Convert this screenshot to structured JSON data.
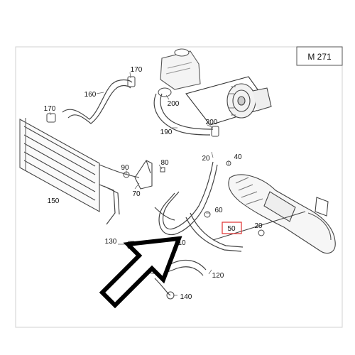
{
  "diagram": {
    "model_code": "M 271",
    "highlight_color": "#e03030",
    "parts": [
      {
        "id": "p170a",
        "number": "170"
      },
      {
        "id": "p160",
        "number": "160"
      },
      {
        "id": "p170b",
        "number": "170"
      },
      {
        "id": "p200a",
        "number": "200"
      },
      {
        "id": "p190",
        "number": "190"
      },
      {
        "id": "p200b",
        "number": "200"
      },
      {
        "id": "p20a",
        "number": "20"
      },
      {
        "id": "p40",
        "number": "40"
      },
      {
        "id": "p90",
        "number": "90"
      },
      {
        "id": "p80",
        "number": "80"
      },
      {
        "id": "p70",
        "number": "70"
      },
      {
        "id": "p150",
        "number": "150"
      },
      {
        "id": "p60",
        "number": "60"
      },
      {
        "id": "p50",
        "number": "50",
        "highlighted": true
      },
      {
        "id": "p20b",
        "number": "20"
      },
      {
        "id": "p130",
        "number": "130"
      },
      {
        "id": "p10",
        "number": "10"
      },
      {
        "id": "p120",
        "number": "120"
      },
      {
        "id": "p140",
        "number": "140"
      }
    ]
  }
}
